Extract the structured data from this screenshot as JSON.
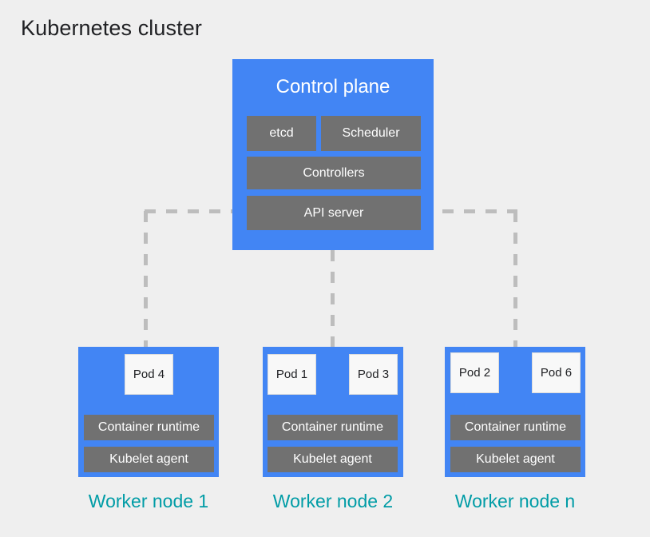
{
  "page": {
    "title": "Kubernetes cluster",
    "background_color": "#efefef"
  },
  "colors": {
    "node_blue": "#4285f4",
    "component_gray": "#717171",
    "pod_white": "#f8f8f8",
    "label_teal": "#009ca6",
    "connector_gray": "#bdbdbd",
    "title_text": "#202124"
  },
  "control_plane": {
    "title": "Control plane",
    "components": [
      {
        "label": "etcd"
      },
      {
        "label": "Scheduler"
      },
      {
        "label": "Controllers"
      },
      {
        "label": "API server"
      }
    ]
  },
  "worker_nodes": [
    {
      "label": "Worker node 1",
      "pods": [
        {
          "label": "Pod 4"
        }
      ],
      "components": [
        {
          "label": "Container runtime"
        },
        {
          "label": "Kubelet agent"
        }
      ]
    },
    {
      "label": "Worker node 2",
      "pods": [
        {
          "label": "Pod 1"
        },
        {
          "label": "Pod 3"
        }
      ],
      "components": [
        {
          "label": "Container runtime"
        },
        {
          "label": "Kubelet agent"
        }
      ]
    },
    {
      "label": "Worker node n",
      "pods": [
        {
          "label": "Pod 2"
        },
        {
          "label": "Pod 6"
        }
      ],
      "components": [
        {
          "label": "Container runtime"
        },
        {
          "label": "Kubelet agent"
        }
      ]
    }
  ],
  "connectors": {
    "style": "dashed",
    "description": "API server connects to each worker node"
  }
}
